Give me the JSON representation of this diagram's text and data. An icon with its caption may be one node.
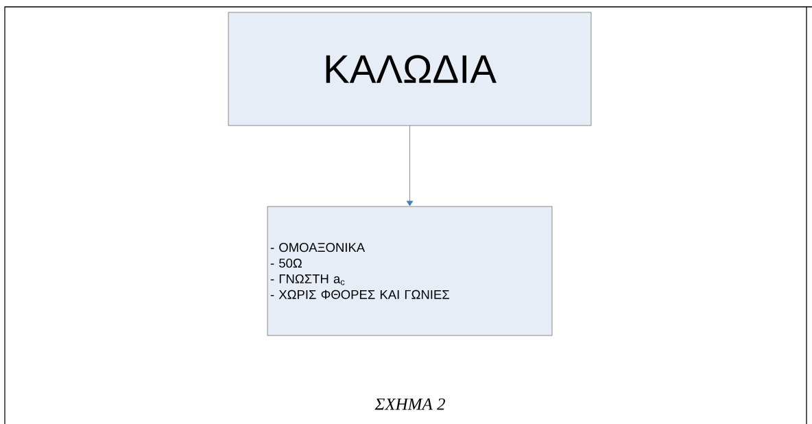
{
  "diagram": {
    "caption": "ΣΧΗΜΑ 2",
    "nodes": [
      {
        "text": [
          "ΚΑΛΩΔΙΑ"
        ]
      },
      {
        "text": [
          "- ΟΜΟΑΞΟΝΙΚΑ",
          "- 50Ω",
          "- ΓΝΩΣΤΗ a$_{c}$",
          "- ΧΩΡΙΣ ΦΘΟΡΕΣ ΚΑΙ ΓΩΝΙΕΣ"
        ]
      }
    ],
    "edges": [
      {
        "from": 0,
        "to": 1,
        "arrow": "to",
        "color": "#4a7ebb"
      }
    ]
  }
}
